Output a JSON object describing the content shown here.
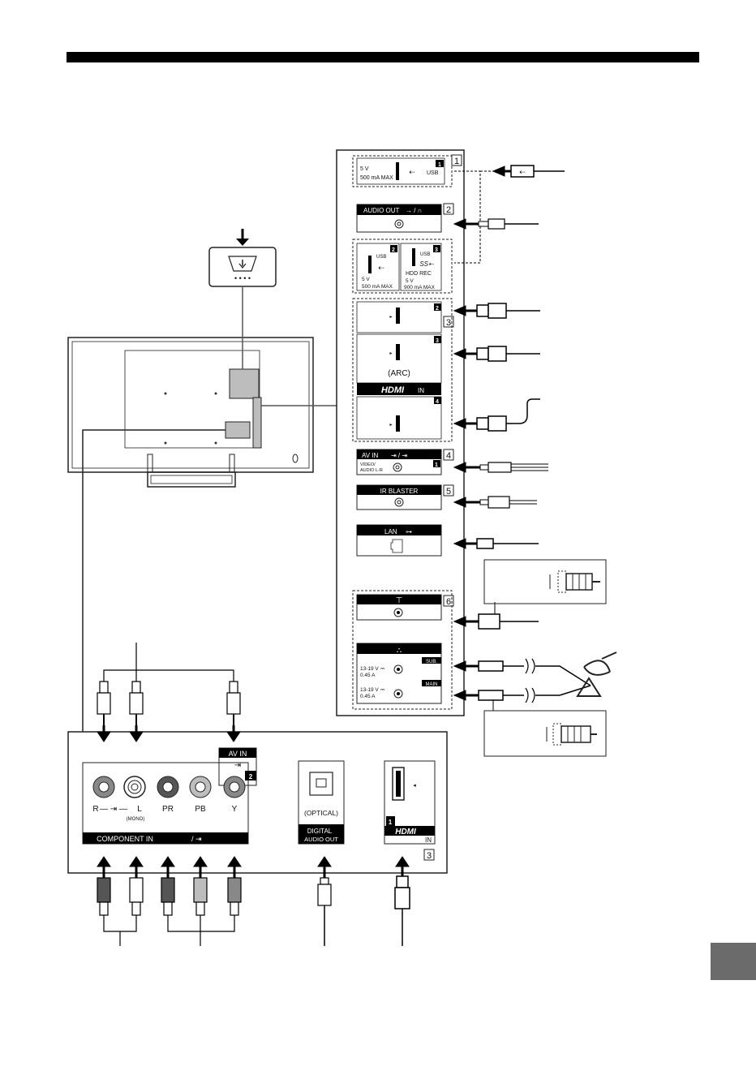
{
  "usb1": {
    "num": "1",
    "volt": "5 V",
    "amp": "500 mA MAX",
    "label": "USB"
  },
  "audio_out": {
    "label": "AUDIO OUT",
    "icons": "→ / ∩"
  },
  "usb2": {
    "num": "2",
    "label": "USB",
    "volt": "5 V",
    "amp": "500 mA MAX"
  },
  "usb3": {
    "num": "3",
    "label": "USB",
    "hdd": "HDD REC",
    "volt": "5 V",
    "amp": "900 mA MAX"
  },
  "hdmi": {
    "port2": "2",
    "port3": "3",
    "arc": "(ARC)",
    "logo": "HDMI",
    "in": "IN",
    "port4": "4"
  },
  "av_in_side": {
    "label": "AV IN",
    "sub": "VIDEO/\nAUDIO L-R",
    "sub1": "VIDEO/",
    "sub2": "AUDIO L-R",
    "num": "1"
  },
  "ir_blaster": {
    "label": "IR BLASTER"
  },
  "lan": {
    "label": "LAN"
  },
  "sat": {
    "volt": "13-19 V",
    "amp": "0.45 A",
    "sub": "SUB.",
    "main": "MAIN"
  },
  "callouts": [
    "1",
    "2",
    "3",
    "4",
    "5",
    "6"
  ],
  "bottom_panel": {
    "av_in": "AV IN",
    "av_num": "2",
    "jacks": [
      {
        "label": "R"
      },
      {
        "label": "L"
      },
      {
        "label": "PR"
      },
      {
        "label": "PB"
      },
      {
        "label": "Y"
      }
    ],
    "mono": "(MONO)",
    "component": "COMPONENT IN",
    "optical": "(OPTICAL)",
    "digital": "DIGITAL",
    "audio_out": "AUDIO OUT",
    "hdmi_num": "1",
    "hdmi_logo": "HDMI",
    "hdmi_in": "IN",
    "callout": "3"
  },
  "colors": {
    "ink": "#111111",
    "gray": "#bdbdbd",
    "dark_jack": "#555555",
    "mid_jack": "#888888"
  }
}
